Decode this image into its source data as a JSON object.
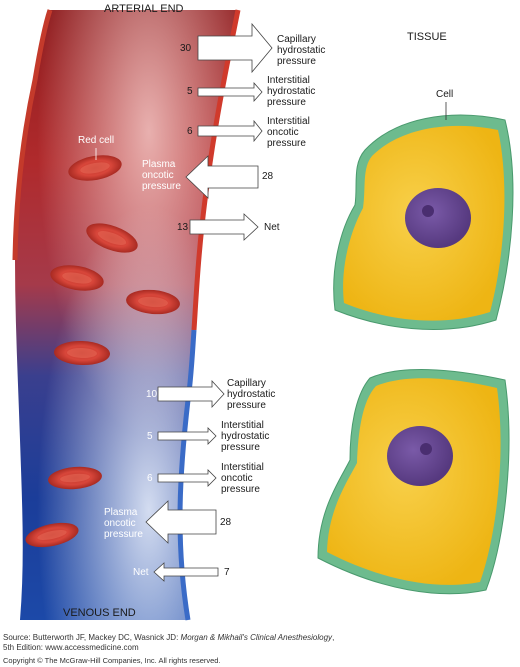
{
  "labels": {
    "arterial_end": "ARTERIAL END",
    "venous_end": "VENOUS END",
    "tissue": "TISSUE",
    "cell": "Cell",
    "red_cell": "Red cell"
  },
  "arterial": {
    "capillary_hydrostatic": {
      "value": "30",
      "label": "Capillary\nhydrostatic\npressure"
    },
    "interstitial_hydrostatic": {
      "value": "5",
      "label": "Interstitial\nhydrostatic\npressure"
    },
    "interstitial_oncotic": {
      "value": "6",
      "label": "Interstitial\noncotic\npressure"
    },
    "plasma_oncotic": {
      "value": "28",
      "label": "Plasma\noncotic\npressure"
    },
    "net": {
      "value": "13",
      "label": "Net"
    }
  },
  "venous": {
    "capillary_hydrostatic": {
      "value": "10",
      "label": "Capillary\nhydrostatic\npressure"
    },
    "interstitial_hydrostatic": {
      "value": "5",
      "label": "Interstitial\nhydrostatic\npressure"
    },
    "interstitial_oncotic": {
      "value": "6",
      "label": "Interstitial\noncotic\npressure"
    },
    "plasma_oncotic": {
      "value": "28",
      "label": "Plasma\noncotic\npressure"
    },
    "net": {
      "value": "7",
      "label": "Net"
    }
  },
  "source": {
    "prefix": "Source: Butterworth JF, Mackey DC, Wasnick JD: ",
    "title": "Morgan & Mikhail's Clinical Anesthesiology",
    "suffix": ",",
    "line2": "5th Edition: www.accessmedicine.com"
  },
  "copyright": "Copyright © The McGraw-Hill Companies, Inc. All rights reserved.",
  "colors": {
    "artery_red": "#b5262a",
    "vein_blue": "#1a3f99",
    "cytoplasm": "#f3c21b",
    "membrane": "#6dbb8e",
    "nucleus": "#6a4d9a"
  }
}
